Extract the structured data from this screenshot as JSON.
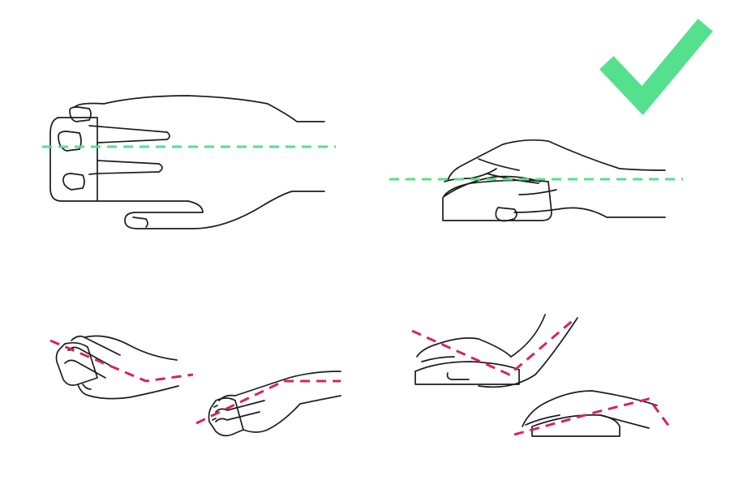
{
  "colors": {
    "background": "#ffffff",
    "ink": "#1c1c1c",
    "correct": "#55e08e",
    "incorrect": "#d6245c"
  },
  "icons": {
    "checkmark": "checkmark-icon"
  },
  "panels": [
    {
      "name": "top-left",
      "subject": "hand-on-mouse-top-view",
      "guide": "correct"
    },
    {
      "name": "top-right",
      "subject": "hand-on-mouse-side-view",
      "guide": "correct",
      "badge": "checkmark-icon"
    },
    {
      "name": "bottom-left",
      "subject": "bent-wrist-top-views",
      "guide": "incorrect"
    },
    {
      "name": "bottom-right",
      "subject": "bent-wrist-side-views",
      "guide": "incorrect"
    }
  ]
}
